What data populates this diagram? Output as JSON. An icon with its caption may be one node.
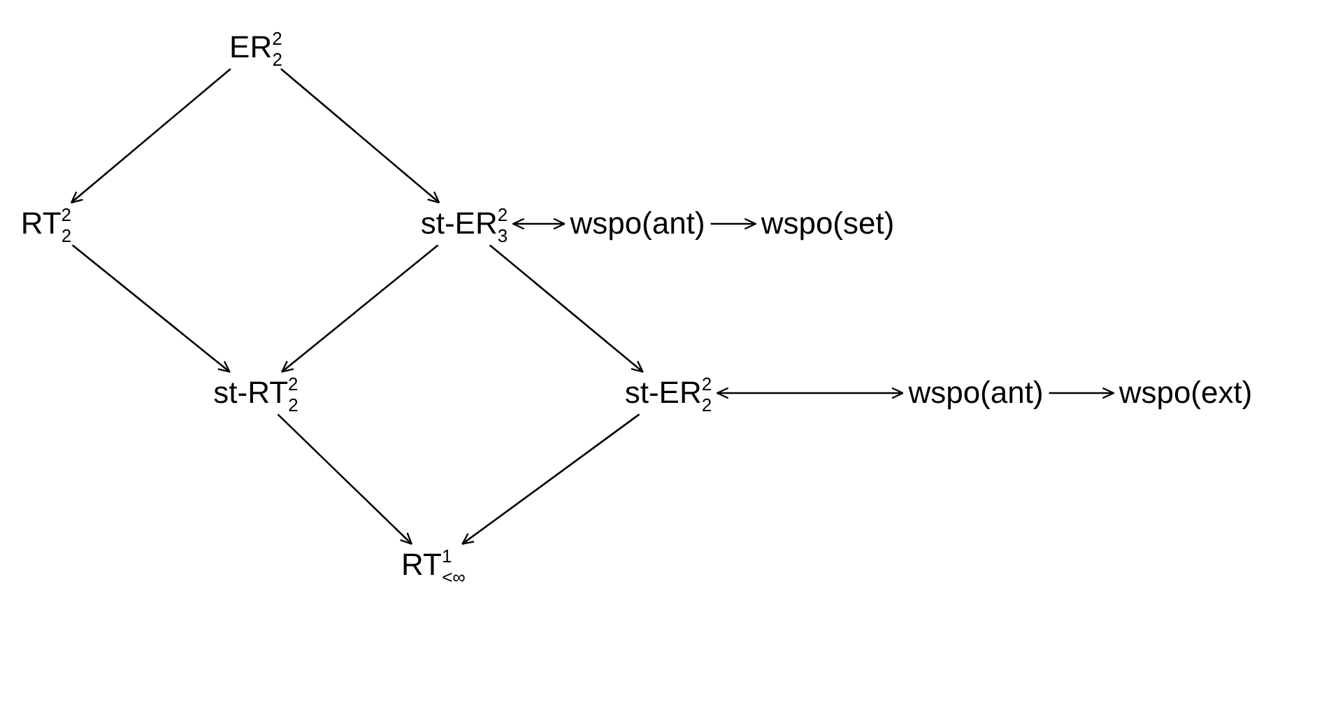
{
  "diagram": {
    "nodes": [
      {
        "text": [
          "ER$^{2}$$_{2}$"
        ]
      },
      {
        "text": [
          "RT$^{2}$$_{2}$"
        ]
      },
      {
        "text": [
          "st-ER$^{2}$$_{3}$"
        ]
      },
      {
        "text": [
          "wspo(ant)"
        ]
      },
      {
        "text": [
          "wspo(set)"
        ]
      },
      {
        "text": [
          "st-RT$^{2}$$_{2}$"
        ]
      },
      {
        "text": [
          "st-ER$^{2}$$_{2}$"
        ]
      },
      {
        "text": [
          "wspo(ant)"
        ]
      },
      {
        "text": [
          "wspo(ext)"
        ]
      },
      {
        "text": [
          "RT$^{1}$$_{<∞}$"
        ]
      }
    ],
    "edges": [
      {
        "from": 0,
        "to": 1,
        "arrow": "to"
      },
      {
        "from": 0,
        "to": 2,
        "arrow": "to"
      },
      {
        "from": 2,
        "to": 3,
        "arrow": "both"
      },
      {
        "from": 3,
        "to": 4,
        "arrow": "to"
      },
      {
        "from": 1,
        "to": 5,
        "arrow": "to"
      },
      {
        "from": 2,
        "to": 5,
        "arrow": "to"
      },
      {
        "from": 2,
        "to": 6,
        "arrow": "to"
      },
      {
        "from": 6,
        "to": 7,
        "arrow": "both"
      },
      {
        "from": 7,
        "to": 8,
        "arrow": "to"
      },
      {
        "from": 5,
        "to": 9,
        "arrow": "to"
      },
      {
        "from": 6,
        "to": 9,
        "arrow": "to"
      }
    ]
  }
}
